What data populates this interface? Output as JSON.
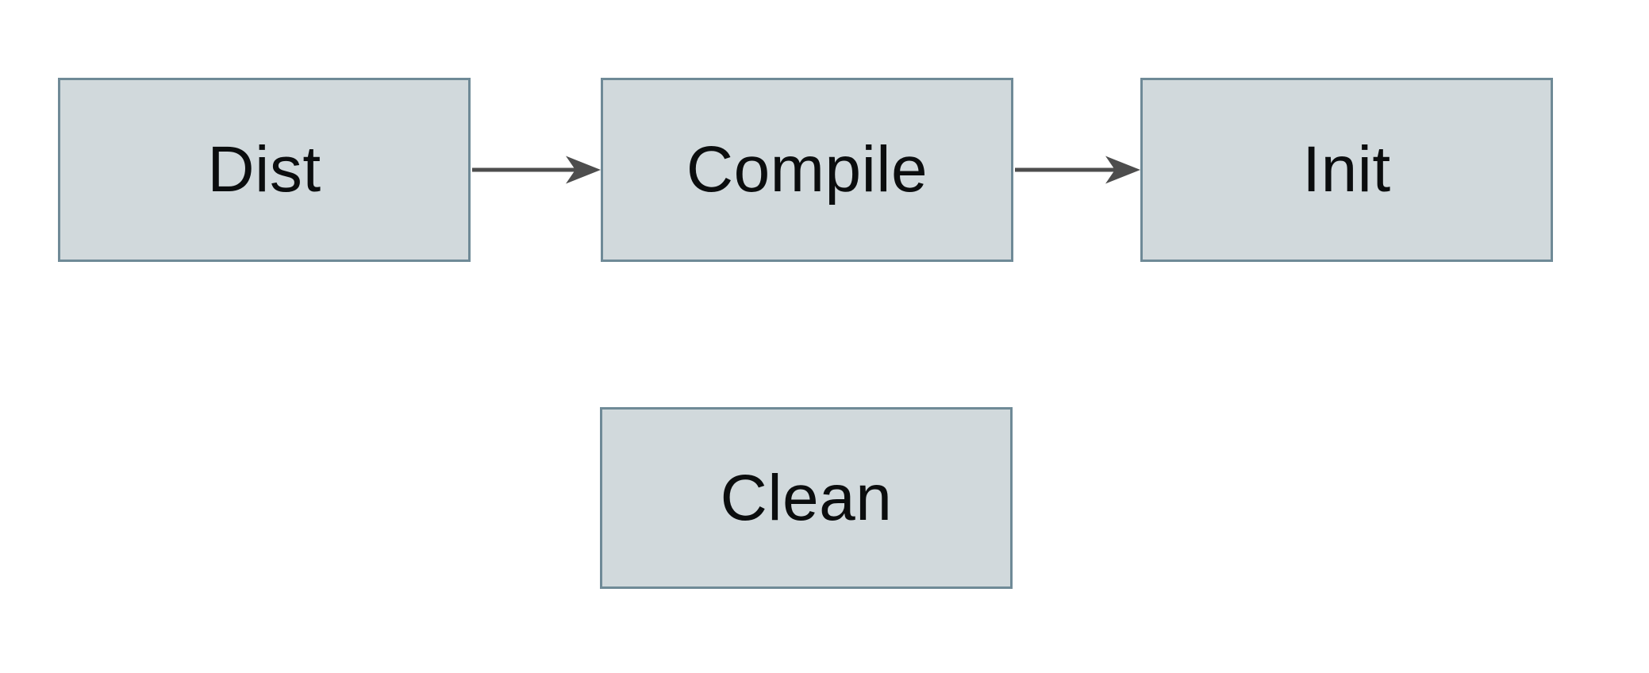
{
  "diagram": {
    "type": "flowchart",
    "nodes": {
      "dist": {
        "label": "Dist"
      },
      "compile": {
        "label": "Compile"
      },
      "init": {
        "label": "Init"
      },
      "clean": {
        "label": "Clean"
      }
    },
    "edges": [
      {
        "from": "Dist",
        "to": "Compile",
        "style": "arrow-right"
      },
      {
        "from": "Compile",
        "to": "Init",
        "style": "arrow-right"
      }
    ],
    "colors": {
      "node_fill": "#d1d9dc",
      "node_border": "#6f8a97",
      "arrow": "#4d4d4d",
      "label_text": "#0b0d0e",
      "canvas_background": "#ffffff"
    }
  }
}
